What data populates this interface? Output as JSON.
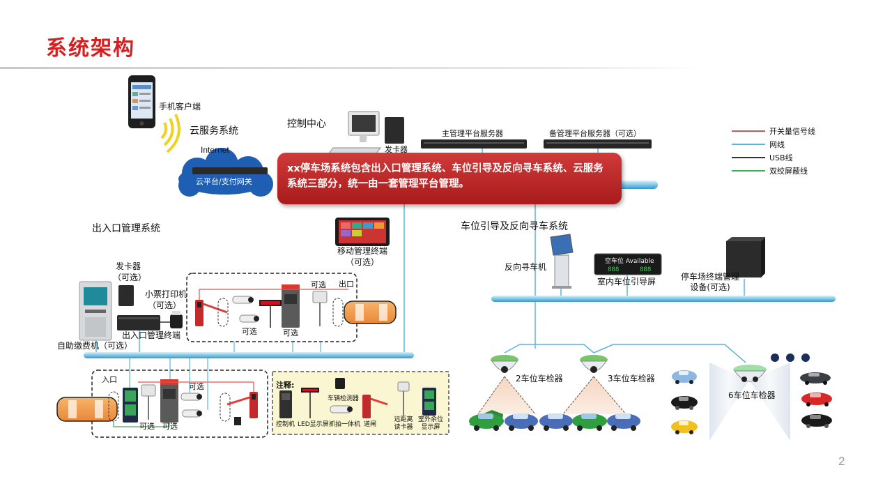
{
  "slide": {
    "title": "系统架构",
    "page_number": "2"
  },
  "callout": {
    "text": "xx停车场系统包含出入口管理系统、车位引导及反向寻车系统、云服务系统三部分，统一由一套管理平台管理。"
  },
  "legend": [
    {
      "label": "开关量信号线",
      "color": "#e05050"
    },
    {
      "label": "网线",
      "color": "#5ab4dc"
    },
    {
      "label": "USB线",
      "color": "#333333"
    },
    {
      "label": "双绞屏蔽线",
      "color": "#3fae5a"
    }
  ],
  "cloud": {
    "phone_client": "手机客户端",
    "cloud_service": "云服务系统",
    "internet": "Internet",
    "gateway": "云平台/支付网关"
  },
  "control_center": {
    "title": "控制中心",
    "card_issuer": "发卡器",
    "main_server": "主管理平台服务器",
    "backup_server": "备管理平台服务器（可选）",
    "mobile_terminal": "移动管理终端",
    "mobile_optional": "（可选）"
  },
  "entrance_system": {
    "title": "出入口管理系统",
    "card_issuer": "发卡器",
    "card_issuer_optional": "（可选）",
    "receipt_printer": "小票打印机",
    "receipt_printer_optional": "（可选）",
    "terminal": "出入口管理终端",
    "kiosk": "自助缴费机（可选）",
    "exit": "出口",
    "entry": "入口",
    "optional_marks": [
      "可选",
      "可选",
      "可选",
      "可选",
      "可选",
      "可选"
    ]
  },
  "notes": {
    "title": "注释:",
    "vehicle_detector": "车辆检测器",
    "controller": "控制机",
    "led_screen": "LED显示屏",
    "capture_camera": "抓拍一体机",
    "barrier": "道闸",
    "long_range_reader": "远距离读卡器",
    "outdoor_display": "室外余位显示屏"
  },
  "guidance_system": {
    "title": "车位引导及反向寻车系统",
    "reverse_finder": "反向寻车机",
    "indoor_screen": "室内车位引导屏",
    "screen_text": "空车位 Available",
    "screen_left": "888",
    "screen_right": "888",
    "terminal_device": "停车场终端管理设备(可选)",
    "detector_2": "2车位车检器",
    "detector_3": "3车位车检器",
    "detector_6": "6车位车检器"
  }
}
